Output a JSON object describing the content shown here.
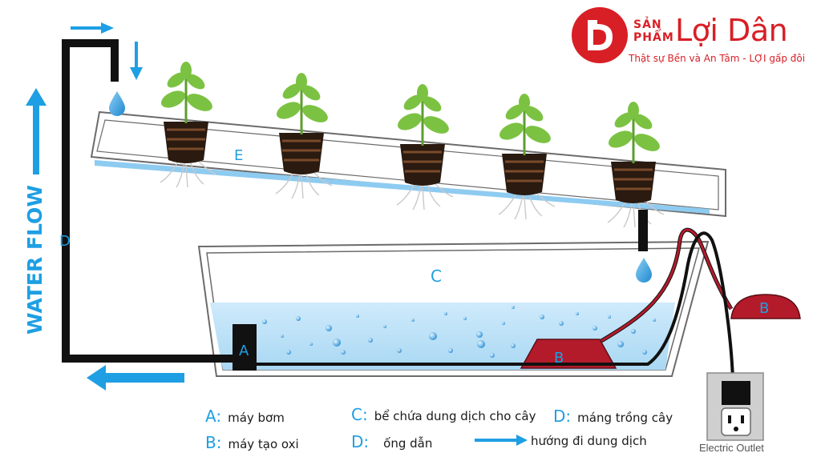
{
  "brand": {
    "name": "Lợi Dân",
    "prefix_line1": "SẢN",
    "prefix_line2": "PHẨM",
    "slogan": "Thật sự Bền và An Tâm - LỢI gấp đôi",
    "color": "#d81f26"
  },
  "diagram": {
    "flow_label": "WATER FLOW",
    "labels": {
      "pump": "A",
      "oxygenator": "B",
      "oxygenator_external": "B",
      "tank": "C",
      "pipe": "D",
      "channel": "E"
    },
    "outlet_label": "Electric Outlet",
    "plant_count": 5,
    "colors": {
      "water": "#b8dff5",
      "accent_blue": "#1e9fe3",
      "air_stone": "#b31b2b",
      "pipe": "#111111",
      "leaf": "#7cc242"
    }
  },
  "legend": [
    {
      "key": "A:",
      "text": "máy bơm"
    },
    {
      "key": "B:",
      "text": "máy tạo oxi"
    },
    {
      "key": "C:",
      "text": "bể chứa dung dịch cho cây"
    },
    {
      "key": "D:",
      "text": "ống dẫn"
    },
    {
      "key": "D:",
      "text": "máng trồng cây"
    },
    {
      "key": "",
      "text": "hướng đi dung dịch"
    }
  ]
}
